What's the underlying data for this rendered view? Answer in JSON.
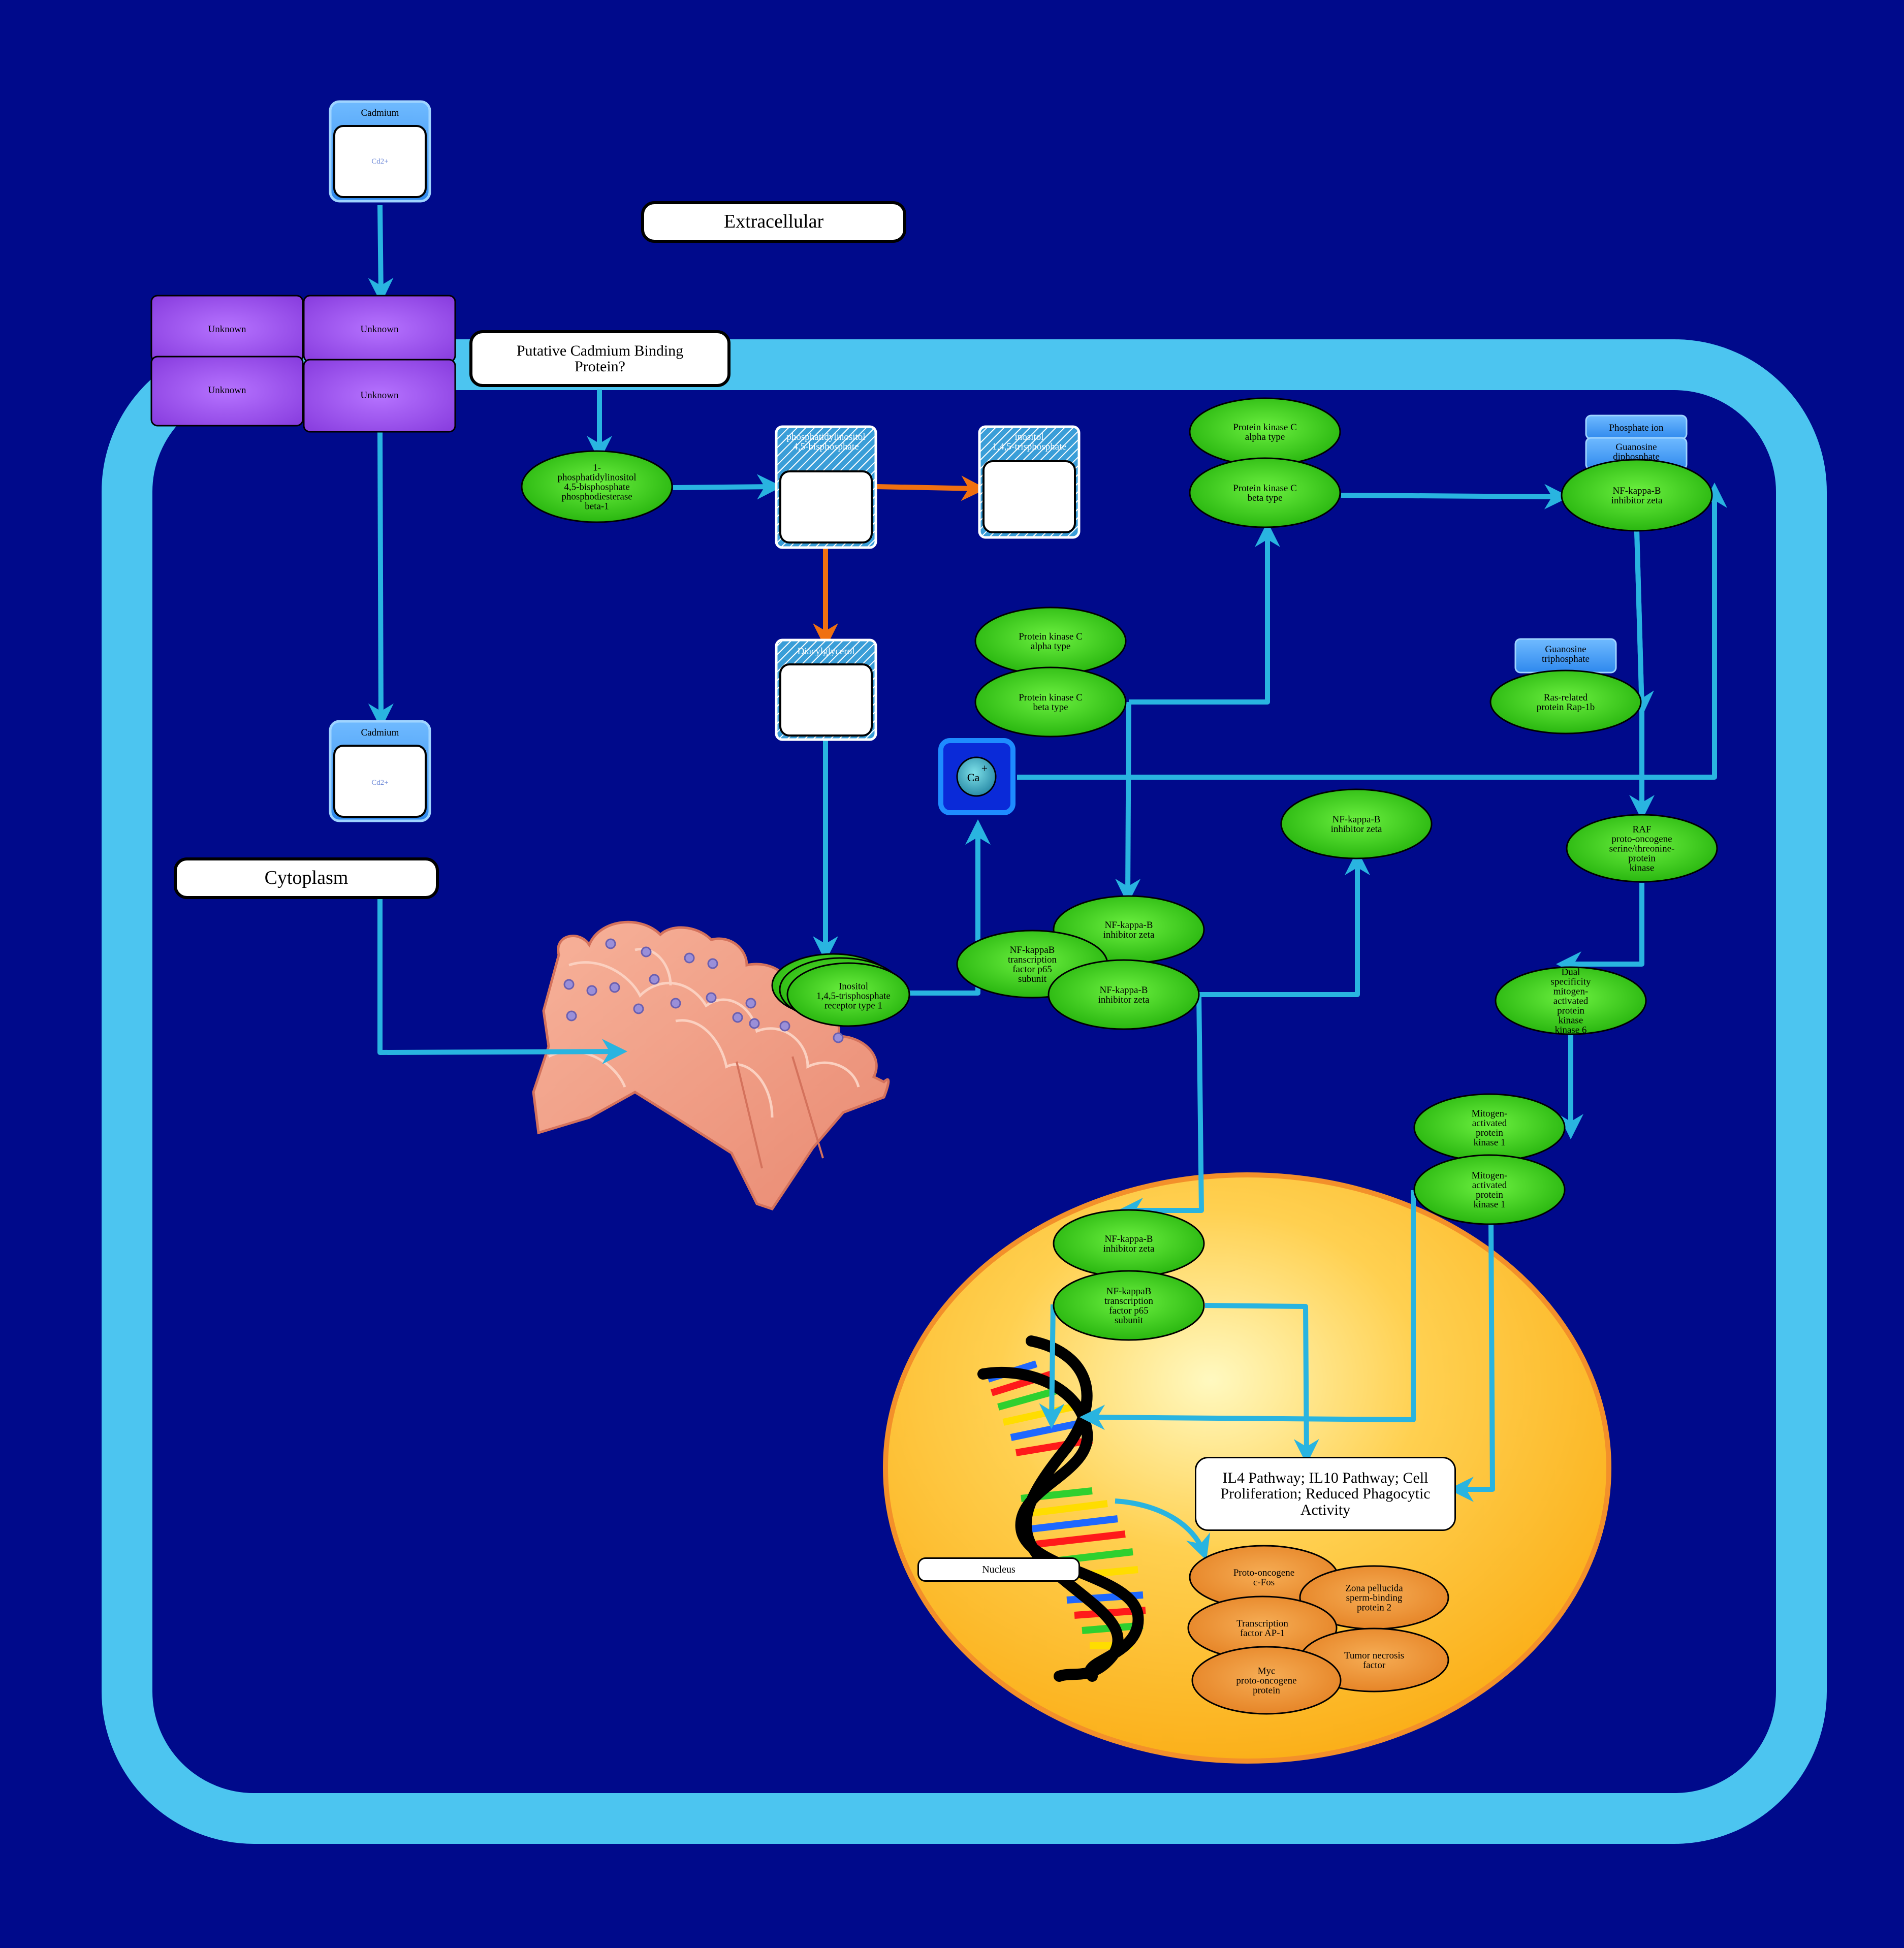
{
  "compartments": {
    "extracellular": "Extracellular",
    "cytoplasm": "Cytoplasm",
    "nucleus": "Nucleus"
  },
  "labels": {
    "putative_binding": "Putative Cadmium Binding Protein?",
    "outcome": "IL4 Pathway; IL10 Pathway; Cell Proliferation; Reduced Phagocytic Activity"
  },
  "metabolites": {
    "cadmium_top": {
      "title": "Cadmium",
      "formula": "Cd2+"
    },
    "cadmium_mid": {
      "title": "Cadmium",
      "formula": "Cd2+"
    },
    "pip2": {
      "title": "phosphatidylinositol 4,5-bisphosphate"
    },
    "ip3": {
      "title": "inositol 1,4,5-trisphosphate"
    },
    "dag": {
      "title": "Diacylglycerol"
    },
    "calcium": {
      "label": "Ca",
      "charge": "+"
    }
  },
  "unknown_proteins": [
    "Unknown",
    "Unknown",
    "Unknown",
    "Unknown"
  ],
  "small_molecules": {
    "phosphate_ion": "Phosphate ion",
    "gdp": "Guanosine diphosphate",
    "gtp": "Guanosine triphosphate"
  },
  "proteins": {
    "plcb1": "1-phosphatidylinositol 4,5-bisphosphate phosphodiesterase beta-1",
    "pkca_top": "Protein kinase C alpha type",
    "pkcb_top": "Protein kinase C beta type",
    "pkca_mid": "Protein kinase C alpha type",
    "pkcb_mid": "Protein kinase C beta type",
    "nfkbiz_top": "NF-kappa-B inhibitor zeta",
    "rap1b": "Ras-related protein Rap-1b",
    "raf": "RAF proto-oncogene serine/threonine-protein kinase",
    "map2k6": "Dual specificity mitogen-activated protein kinase kinase 6",
    "mapk1_a": "Mitogen-activated protein kinase 1",
    "mapk1_b": "Mitogen-activated protein kinase 1",
    "nfkbiz_free": "NF-kappa-B inhibitor zeta",
    "nfkbiz_complex_a": "NF-kappa-B inhibitor zeta",
    "p65_complex": "NF-kappaB transcription factor p65 subunit",
    "nfkbiz_complex_b": "NF-kappa-B inhibitor zeta",
    "ip3r1": "Inositol 1,4,5-trisphosphate receptor type 1",
    "nfkbiz_nuc": "NF-kappa-B inhibitor zeta",
    "p65_nuc": "NF-kappaB transcription factor p65 subunit"
  },
  "targets": {
    "fos": "Proto-oncogene c-Fos",
    "zpbp2": "Zona pellucida sperm-binding protein 2",
    "ap1": "Transcription factor AP-1",
    "tnf": "Tumor necrosis factor",
    "myc": "Myc proto-oncogene protein"
  },
  "colors": {
    "background": "#000a8b",
    "membrane": "#4cc5f0",
    "arrow": "#29b4e0",
    "catalysis_arrow": "#f07010",
    "protein_fill": "#3ad11a",
    "unknown_fill": "#a057f0",
    "target_fill": "#f09a3a",
    "nucleus_fill": "#fdb420",
    "small_molecule_fill": "#3f9cf0"
  }
}
